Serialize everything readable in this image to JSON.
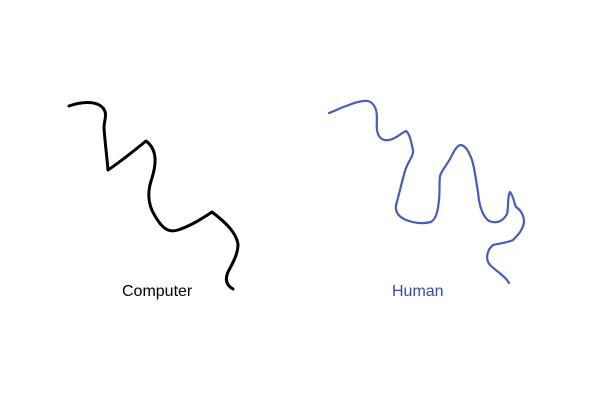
{
  "panels": [
    {
      "id": "computer",
      "label": "Computer",
      "stroke_color": "#000000",
      "label_color": "#000000",
      "style": "smooth"
    },
    {
      "id": "human",
      "label": "Human",
      "stroke_color": "#4a5bb8",
      "label_color": "#3d4aa8",
      "style": "hand-drawn"
    }
  ]
}
